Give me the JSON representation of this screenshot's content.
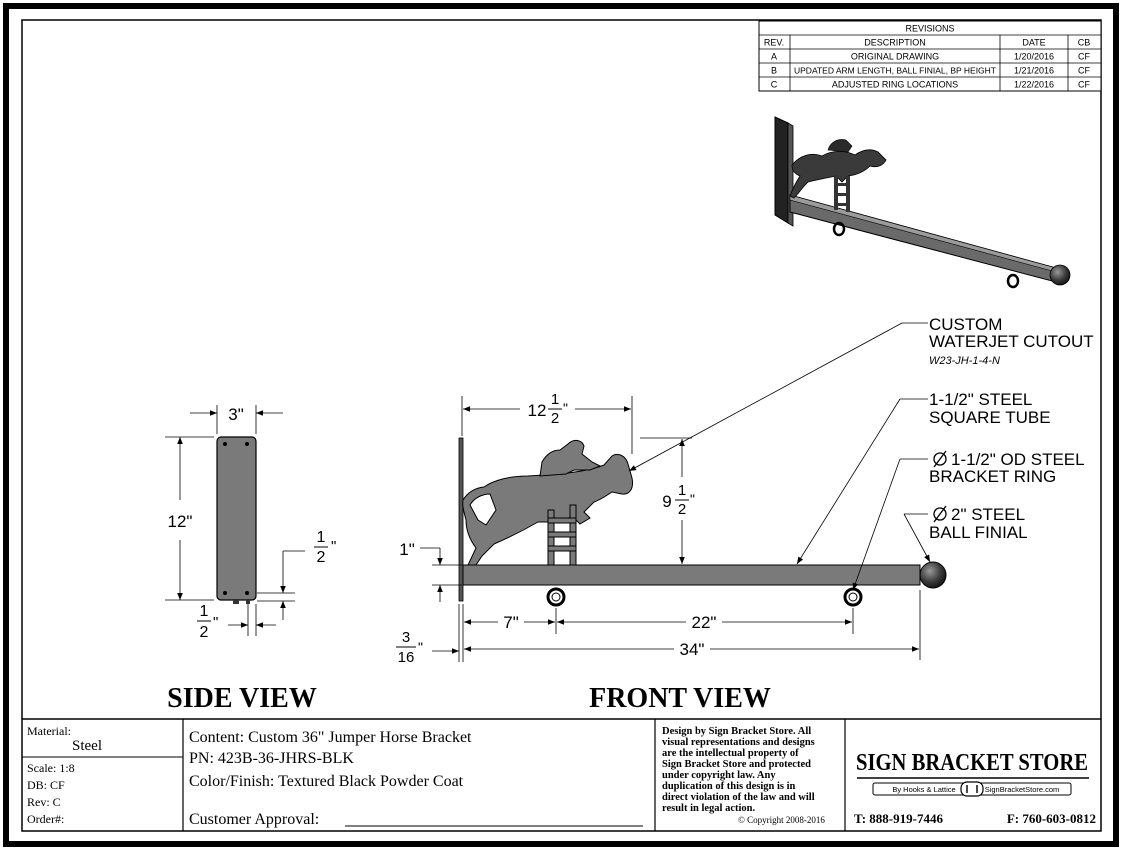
{
  "revisions": {
    "title": "REVISIONS",
    "headers": {
      "rev": "REV.",
      "description": "DESCRIPTION",
      "date": "DATE",
      "by": "CB"
    },
    "rows": [
      {
        "rev": "A",
        "description": "ORIGINAL DRAWING",
        "date": "1/20/2016",
        "by": "CF"
      },
      {
        "rev": "B",
        "description": "UPDATED ARM LENGTH, BALL FINIAL, BP HEIGHT",
        "date": "1/21/2016",
        "by": "CF"
      },
      {
        "rev": "C",
        "description": "ADJUSTED RING LOCATIONS",
        "date": "1/22/2016",
        "by": "CF"
      }
    ]
  },
  "side_view": {
    "title": "SIDE VIEW",
    "dim_width": "3\"",
    "dim_height": "12\"",
    "dim_half_top": {
      "num": "1",
      "den": "2",
      "unit": "\""
    },
    "dim_half_bottom": {
      "num": "1",
      "den": "2",
      "unit": "\""
    }
  },
  "front_view": {
    "title": "FRONT VIEW",
    "dim_cutout_width": {
      "whole": "12",
      "num": "1",
      "den": "2",
      "unit": "\""
    },
    "dim_cutout_height": {
      "whole": "9",
      "num": "1",
      "den": "2",
      "unit": "\""
    },
    "dim_tube": "1\"",
    "dim_plate": {
      "num": "3",
      "den": "16",
      "unit": "\""
    },
    "dim_ring1": "7\"",
    "dim_ring_spacing": "22\"",
    "dim_overall": "34\""
  },
  "callouts": {
    "cutout_line1": "CUSTOM",
    "cutout_line2": "WATERJET CUTOUT",
    "cutout_code": "W23-JH-1-4-N",
    "tube_line1": "1-1/2\" STEEL",
    "tube_line2": "SQUARE TUBE",
    "ring_line1": "1-1/2\" OD STEEL",
    "ring_line2": "BRACKET RING",
    "finial_line1": "2\" STEEL",
    "finial_line2": "BALL FINIAL"
  },
  "title_block": {
    "material_label": "Material:",
    "material_value": "Steel",
    "scale": "Scale: 1:8",
    "db": "DB: CF",
    "rev": "Rev: C",
    "order": "Order#:",
    "content": "Content: Custom 36\" Jumper Horse Bracket",
    "pn": "PN: 423B-36-JHRS-BLK",
    "finish": "Color/Finish: Textured Black Powder Coat",
    "approval": "Customer Approval:",
    "copyright_notice": [
      "Design by Sign Bracket Store. All",
      "visual representations and designs",
      "are the intellectual property of",
      "Sign Bracket Store and protected",
      "under copyright law. Any",
      "duplication of this design is in",
      "direct violation of the law and will",
      "result in legal action."
    ],
    "copyright": "© Copyright 2008-2016",
    "brand": "SIGN BRACKET STORE",
    "brand_sub_left": "By Hooks & Lattice",
    "brand_sub_right": "SignBracketStore.com",
    "phone": "T: 888-919-7446",
    "fax": "F: 760-603-0812"
  }
}
